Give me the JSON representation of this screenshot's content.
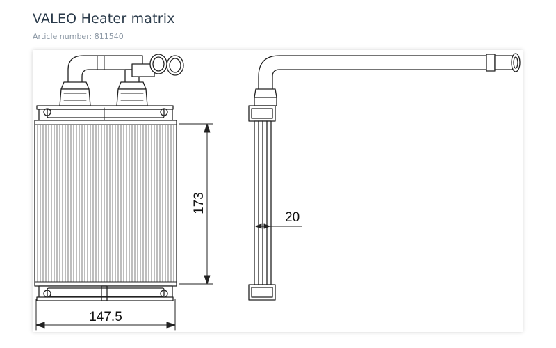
{
  "header": {
    "title": "VALEO Heater matrix",
    "article_number": "Article number: 811540"
  },
  "dimensions": {
    "width": "147.5",
    "height": "173",
    "depth": "20"
  }
}
